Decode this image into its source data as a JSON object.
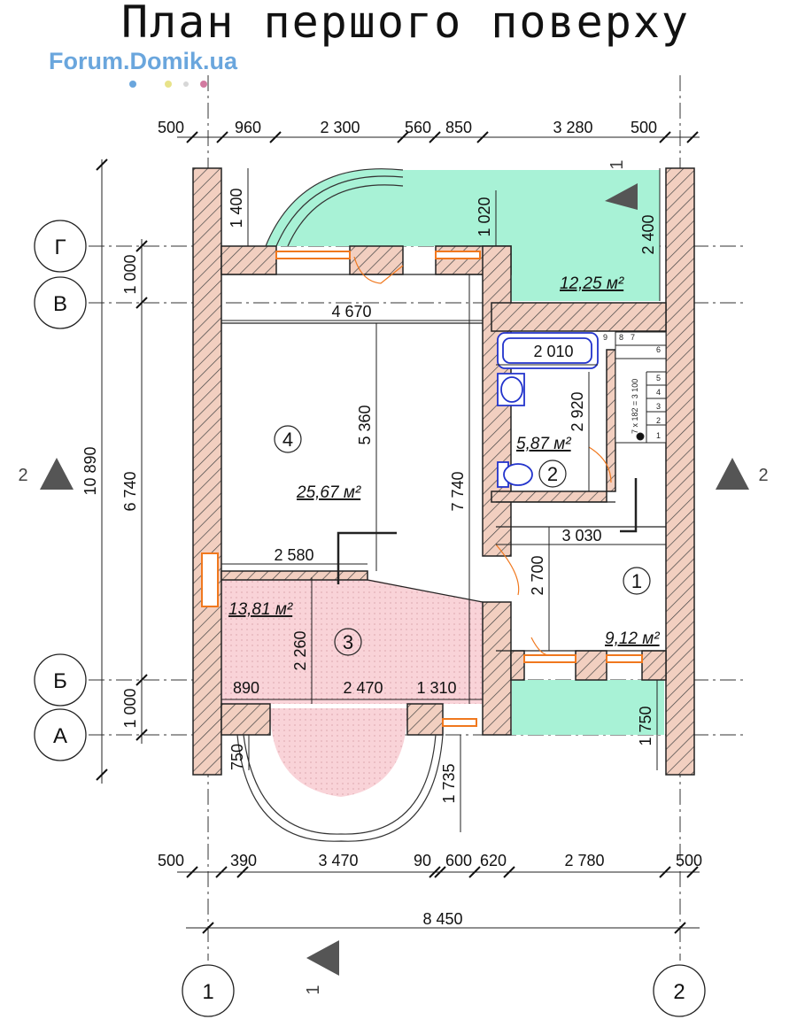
{
  "title": "План першого поверху",
  "logo": "Forum.Domik.ua",
  "logo_dots": [
    "#6aa6dd",
    "#e8e38a",
    "#d7d7d7",
    "#d27aa0"
  ],
  "colors": {
    "wall_fill": "#f2cfc0",
    "terrace": "#a8f2d6",
    "room3": "#f9d3d8",
    "window": "#f0781e",
    "sanitary": "#2233cc",
    "section_mark": "#555555"
  },
  "dims_top": [
    "500",
    "960",
    "2 300",
    "560",
    "850",
    "3 280",
    "500"
  ],
  "dims_bottom": [
    "500",
    "390",
    "3 470",
    "90",
    "600",
    "620",
    "2 780",
    "500"
  ],
  "dim_total": "8 450",
  "dims_left": {
    "overall": "10 890",
    "middle": "6 740",
    "upper": "1 000",
    "lower": "1 000"
  },
  "dims_interior": {
    "d1400": "1 400",
    "d1020": "1 020",
    "d2400": "2 400",
    "d4670": "4 670",
    "d5360": "5 360",
    "d7740": "7 740",
    "d2010": "2 010",
    "d2920": "2 920",
    "d3030": "3 030",
    "d2700": "2 700",
    "d2580": "2 580",
    "d2260": "2 260",
    "d890": "890",
    "d2470": "2 470",
    "d1310": "1 310",
    "d1750": "1 750",
    "d750": "750",
    "d1735": "1 735"
  },
  "rooms": [
    {
      "number": "1",
      "area": "9,12 м²"
    },
    {
      "number": "2",
      "area": "5,87 м²"
    },
    {
      "number": "3",
      "area": "13,81 м²"
    },
    {
      "number": "4",
      "area": "25,67 м²"
    }
  ],
  "terrace_area": "12,25 м²",
  "axes_rows": [
    "Г",
    "В",
    "Б",
    "А"
  ],
  "axes_cols": [
    "1",
    "2"
  ],
  "section_labels": {
    "left": "2",
    "right": "2",
    "bottom": "1",
    "top": "1"
  },
  "stair_steps": [
    "1",
    "2",
    "3",
    "4",
    "5",
    "6",
    "7",
    "8",
    "9"
  ],
  "stair_note": "7 x 182 = 3 100"
}
